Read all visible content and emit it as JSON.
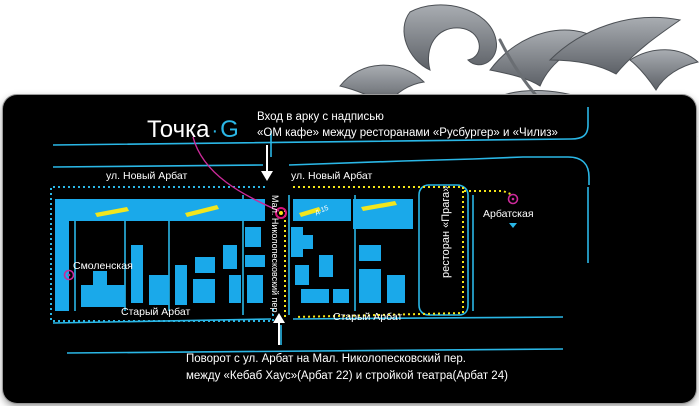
{
  "logo": {
    "name": "Точка",
    "dot": "·",
    "letter": "G"
  },
  "entrance_note": {
    "line1": "Вход в арку с надписью",
    "line2": "«ОМ кафе» между ресторанами «Русбургер» и «Чилиз»"
  },
  "turn_note": {
    "line1": "Поворот с ул. Арбат на Мал. Николопесковский пер.",
    "line2": "между «Кебаб Хаус»(Арбат 22) и стройкой театра(Арбат 24)"
  },
  "streets": {
    "novy_arbat_left": "ул. Новый Арбат",
    "novy_arbat_right": "ул. Новый Арбат",
    "stary_arbat_left": "Старый Арбат",
    "stary_arbat_right": "Старый Арбат",
    "lane": "Мал. Николопесковский пер.",
    "house_number": "д.15"
  },
  "metro": {
    "left": "Смоленская",
    "right": "Арбатская",
    "icon": "metro-m-icon"
  },
  "landmark_praga": "ресторан «Прага»",
  "colors": {
    "card_background": "#000000",
    "streets": "#2ab7e6",
    "buildings": "#1aa9ea",
    "highlights": "#f2e61d",
    "route_blue": "#2ab7e6",
    "route_yellow": "#f4e516",
    "pointer_line": "#cc2a9a",
    "destination": "#d8127a",
    "metro": "#cc2a9a"
  }
}
